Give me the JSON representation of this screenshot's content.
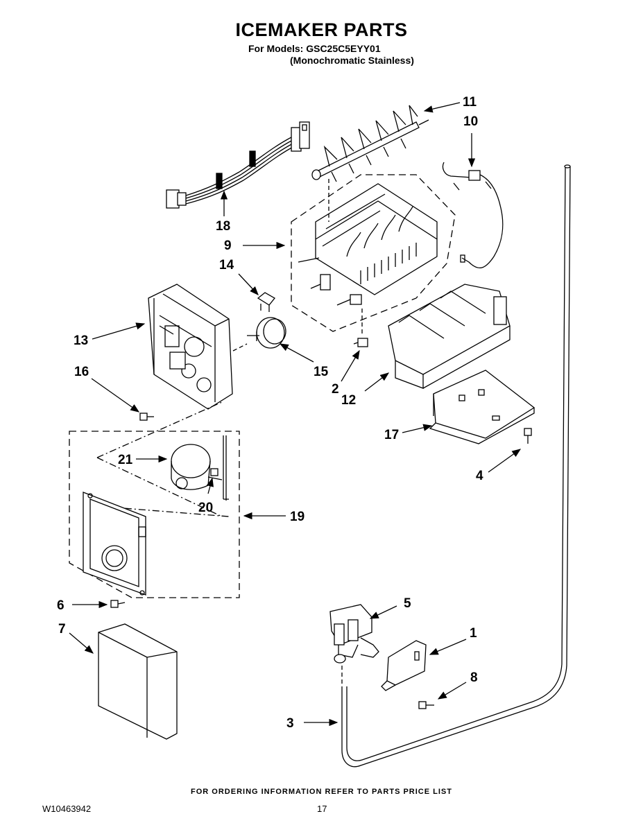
{
  "header": {
    "title": "ICEMAKER PARTS",
    "models_line": "For Models: GSC25C5EYY01",
    "finish_line": "(Monochromatic Stainless)"
  },
  "callouts": {
    "c1": "1",
    "c2": "2",
    "c3": "3",
    "c4": "4",
    "c5": "5",
    "c6": "6",
    "c7": "7",
    "c8": "8",
    "c9": "9",
    "c10": "10",
    "c11": "11",
    "c12": "12",
    "c13": "13",
    "c14": "14",
    "c15": "15",
    "c16": "16",
    "c17": "17",
    "c18": "18",
    "c19": "19",
    "c20": "20",
    "c21": "21"
  },
  "footer": {
    "ordering_note": "FOR ORDERING INFORMATION REFER TO PARTS PRICE LIST",
    "document_number": "W10463942",
    "page_number": "17"
  }
}
